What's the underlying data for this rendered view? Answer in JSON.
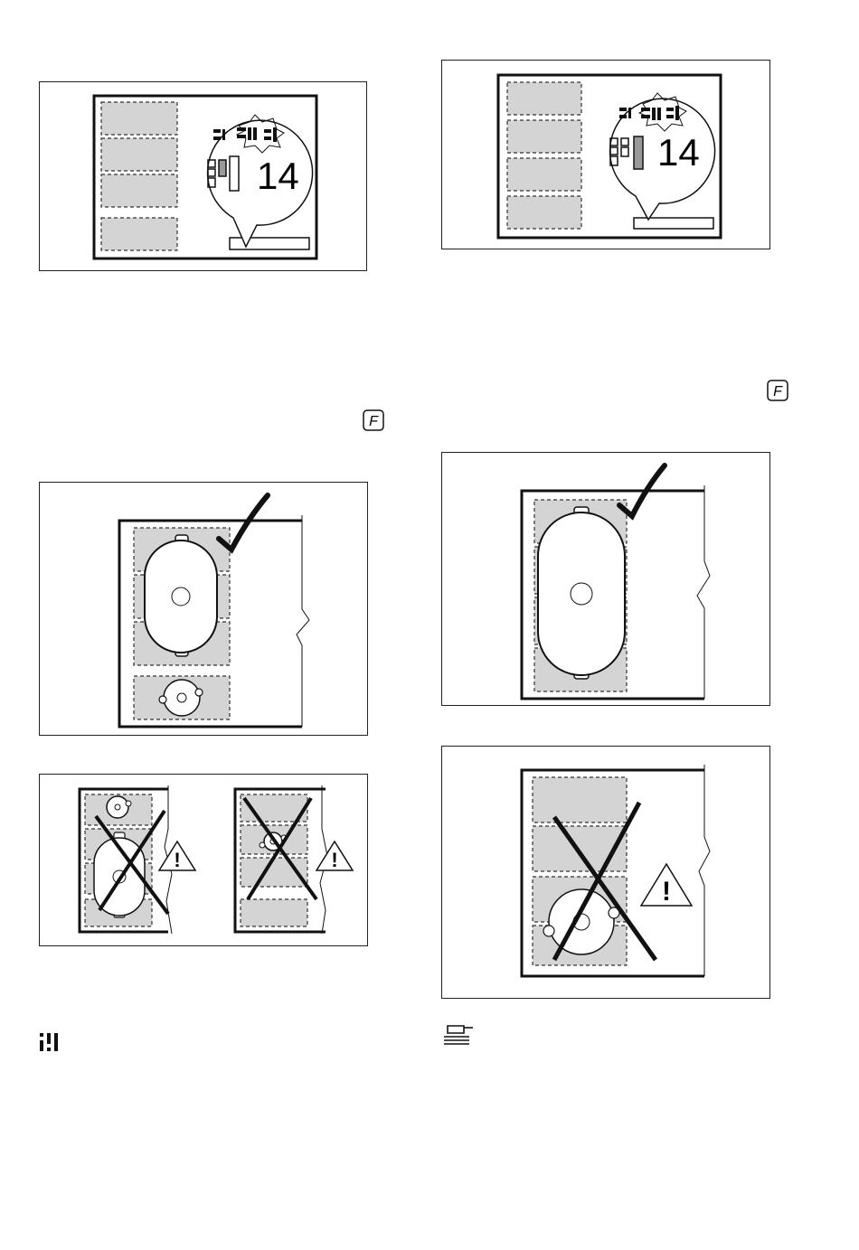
{
  "page": {
    "figures": [
      {
        "id": "fig-display-left",
        "display_digits": "14"
      },
      {
        "id": "fig-display-right",
        "display_digits": "14"
      },
      {
        "id": "fig-bridge-correct-left",
        "verdict": "correct"
      },
      {
        "id": "fig-bridge-correct-right",
        "verdict": "correct"
      },
      {
        "id": "fig-bridge-wrong-left",
        "verdict": "wrong",
        "warning": "!"
      },
      {
        "id": "fig-bridge-wrong-right",
        "verdict": "wrong",
        "warning": "!"
      }
    ],
    "icons": {
      "f_key_left": "F",
      "f_key_right": "F",
      "bridge_symbol": "bridge-zone-icon",
      "keep_warm_symbol": "pot-on-zone-icon"
    }
  }
}
